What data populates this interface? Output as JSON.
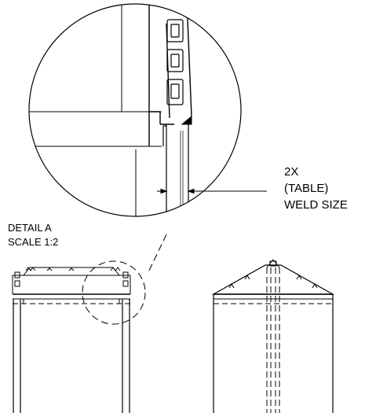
{
  "weld_callout": {
    "qty": "2X",
    "note": "(TABLE)",
    "label": "WELD SIZE"
  },
  "detail_view": {
    "title": "DETAIL A",
    "scale": "SCALE 1:2"
  },
  "colors": {
    "line": "#000000",
    "fill": "#000000",
    "background": "#ffffff"
  }
}
